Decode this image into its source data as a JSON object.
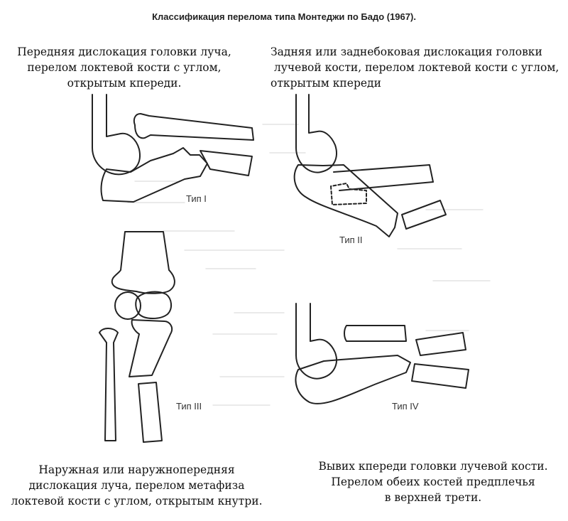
{
  "title": "Классификация перелома типа Монтеджи по Бадо (1967).",
  "captions": {
    "type1_desc": "Передняя дислокация головки луча,\nперелом локтевой кости с углом,\nоткрытым кпереди.",
    "type2_desc": "Задняя или заднебоковая дислокация головки\n лучевой кости, перелом локтевой кости с углом,\nоткрытым кпереди",
    "type3_desc": "Наружная или наружнопередняя\nдислокация луча, перелом метафиза\nлоктевой кости с углом, открытым кнутри.",
    "type4_desc": "Вывих кпереди головки лучевой кости.\nПерелом обеих костей предплечья\nв верхней трети."
  },
  "labels": {
    "type1": "Тип I",
    "type2": "Тип II",
    "type3": "Тип III",
    "type4": "Тип IV"
  }
}
